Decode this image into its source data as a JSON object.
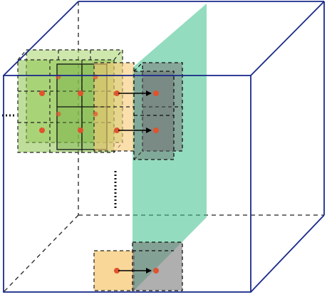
{
  "figure": {
    "ellipsis_symbol": "…",
    "colors": {
      "outer_box_edge": "#1a2a8a",
      "hidden_edge": "#222222",
      "plane_fill": "#3cc08a",
      "green_cell": "#8bc34a",
      "orange_cell": "#f6c977",
      "gray_cell": "#7a7a7a",
      "grid_point": "#e0532e",
      "arrow": "#000000"
    },
    "layers": [
      {
        "id": "green-3x3-block",
        "color_key": "green_cell",
        "points": 6
      },
      {
        "id": "orange-source-column",
        "color_key": "orange_cell",
        "points": 3
      },
      {
        "id": "gray-ghost-column",
        "color_key": "gray_cell",
        "points": 3
      }
    ],
    "arrows": [
      {
        "id": "arrow-upper"
      },
      {
        "id": "arrow-middle"
      },
      {
        "id": "arrow-lower"
      }
    ]
  }
}
